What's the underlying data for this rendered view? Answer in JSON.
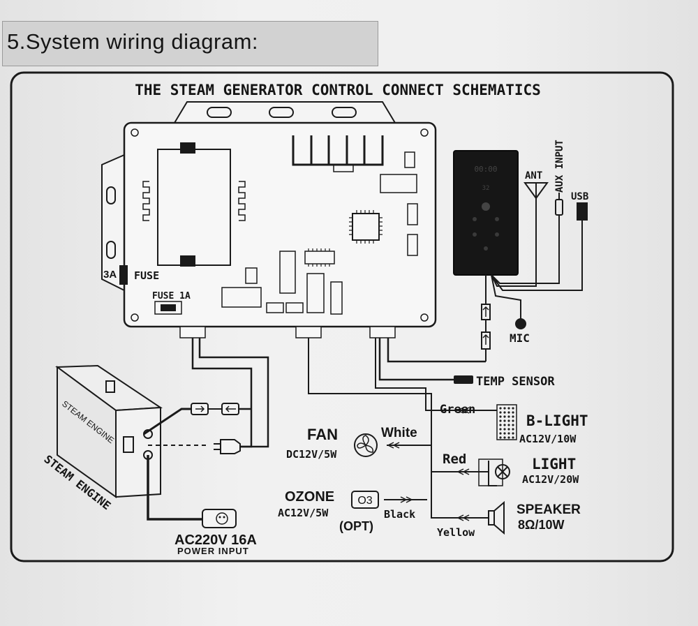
{
  "section": {
    "title": "5.System wiring diagram:"
  },
  "schematic": {
    "title": "THE STEAM GENERATOR CONTROL CONNECT SCHEMATICS",
    "fuse_3a": "3A",
    "fuse": "FUSE",
    "fuse_1a": "FUSE 1A",
    "panel_digits": "00:00",
    "panel_small": "32"
  },
  "antenna": {
    "label": "ANT"
  },
  "aux": {
    "label": "AUX INPUT"
  },
  "usb": {
    "label": "USB"
  },
  "mic": {
    "label": "MIC"
  },
  "temp_sensor": {
    "label": "TEMP SENSOR"
  },
  "b_light": {
    "wire": "Green",
    "label": "B-LIGHT",
    "spec": "AC12V/10W"
  },
  "light": {
    "wire": "Red",
    "label": "LIGHT",
    "spec": "AC12V/20W"
  },
  "speaker": {
    "wire": "Yellow",
    "label": "SPEAKER",
    "spec": "8Ω/10W"
  },
  "fan": {
    "label": "FAN",
    "spec": "DC12V/5W",
    "wire": "White"
  },
  "ozone": {
    "label": "OZONE",
    "spec": "AC12V/5W",
    "opt": "(OPT)",
    "wire": "Black",
    "symbol": "O3"
  },
  "engine": {
    "box_text": "STEAM ENGINE",
    "label": "STEAM ENGINE"
  },
  "power": {
    "voltage": "AC220V 16A",
    "label": "POWER INPUT"
  }
}
